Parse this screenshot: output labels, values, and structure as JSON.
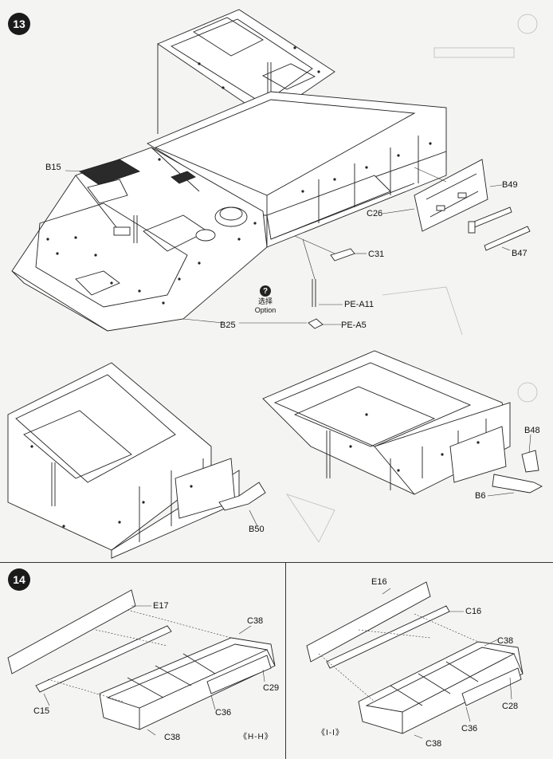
{
  "step13": {
    "number": "13",
    "labels": {
      "b15": "B15",
      "b49": "B49",
      "c26": "C26",
      "c31": "C31",
      "b47": "B47",
      "pe_a11": "PE-A11",
      "pe_a5": "PE-A5",
      "b25": "B25",
      "b48": "B48",
      "b6": "B6",
      "b50": "B50"
    },
    "option_mark": "?",
    "option_cn": "选择",
    "option_en": "Option"
  },
  "step14": {
    "number": "14",
    "left": {
      "labels": {
        "e17": "E17",
        "c38_top": "C38",
        "c29": "C29",
        "c15": "C15",
        "c36": "C36",
        "c38_bottom": "C38"
      },
      "section": "《H-H》"
    },
    "right": {
      "labels": {
        "e16": "E16",
        "c16": "C16",
        "c38_top": "C38",
        "c28": "C28",
        "c36": "C36",
        "c38_bottom": "C38"
      },
      "section": "《I-I》"
    }
  },
  "colors": {
    "ink": "#111111",
    "paper": "#f4f4f2",
    "badge": "#1a1a1a"
  }
}
